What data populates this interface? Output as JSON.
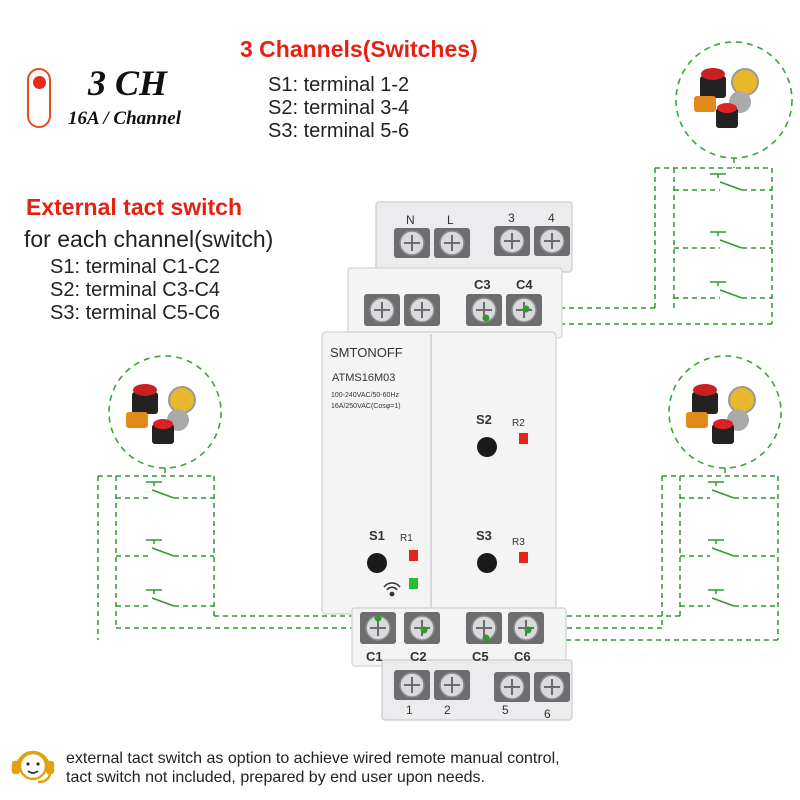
{
  "badge": {
    "title": "3 CH",
    "subtitle": "16A / Channel"
  },
  "channels": {
    "title": "3 Channels(Switches)",
    "lines": [
      "S1: terminal 1-2",
      "S2: terminal 3-4",
      "S3: terminal 5-6"
    ]
  },
  "tact": {
    "title": "External tact switch",
    "subtitle": "for each channel(switch)",
    "lines": [
      "S1: terminal C1-C2",
      "S2: terminal C3-C4",
      "S3: terminal C5-C6"
    ]
  },
  "device": {
    "brand": "SMTONOFF",
    "model": "ATMS16M03",
    "spec_voltage": "100-240VAC/50-60Hz",
    "spec_current": "16A/250VAC(Cosφ=1)",
    "top_terminals": [
      "N",
      "L",
      "3",
      "4"
    ],
    "upper_terminals": [
      "C3",
      "C4"
    ],
    "bottom_labels": [
      "C1",
      "C2",
      "C5",
      "C6"
    ],
    "bottom_terminals": [
      "1",
      "2",
      "5",
      "6"
    ],
    "buttons": [
      "S1",
      "S2",
      "S3"
    ],
    "leds": [
      "R1",
      "R2",
      "R3"
    ],
    "colors": {
      "led_red": "#e8231a",
      "led_green": "#22c02a",
      "wire": "#2c9a2c"
    }
  },
  "footer": {
    "icon": "headset-support-icon",
    "line1": "external tact switch as option to achieve wired remote manual control,",
    "line2": "tact switch not included, prepared by end user upon needs."
  }
}
